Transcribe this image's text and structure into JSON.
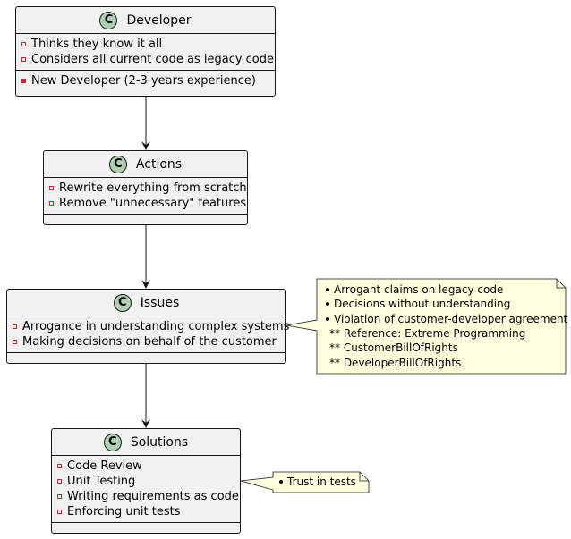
{
  "classes": {
    "developer": {
      "icon": "C",
      "title": "Developer",
      "attributes": [
        "Thinks they know it all",
        "Considers all current code as legacy code"
      ],
      "methods": [
        "New Developer (2-3 years experience)"
      ]
    },
    "actions": {
      "icon": "C",
      "title": "Actions",
      "attributes": [
        "Rewrite everything from scratch",
        "Remove \"unnecessary\" features"
      ]
    },
    "issues": {
      "icon": "C",
      "title": "Issues",
      "attributes": [
        "Arrogance in understanding complex systems",
        "Making decisions on behalf of the customer"
      ]
    },
    "solutions": {
      "icon": "C",
      "title": "Solutions",
      "attributes": [
        "Code Review",
        "Unit Testing",
        "Writing requirements as code",
        "Enforcing unit tests"
      ]
    }
  },
  "notes": {
    "issues_note": {
      "lines": [
        "Arrogant claims on legacy code",
        "Decisions without understanding",
        "Violation of customer-developer agreement",
        "** Reference: Extreme Programming",
        "** CustomerBillOfRights",
        "** DeveloperBillOfRights"
      ],
      "bulleted": [
        true,
        true,
        true,
        false,
        false,
        false
      ]
    },
    "solutions_note": {
      "lines": [
        "Trust in tests"
      ],
      "bulleted": [
        true
      ]
    }
  },
  "colors": {
    "class_fill": "#f1f1f1",
    "class_border": "#181818",
    "class_icon": "#add1b2",
    "visibility_private": "#c82930",
    "note_fill": "#feffdd",
    "note_border": "#181818"
  }
}
